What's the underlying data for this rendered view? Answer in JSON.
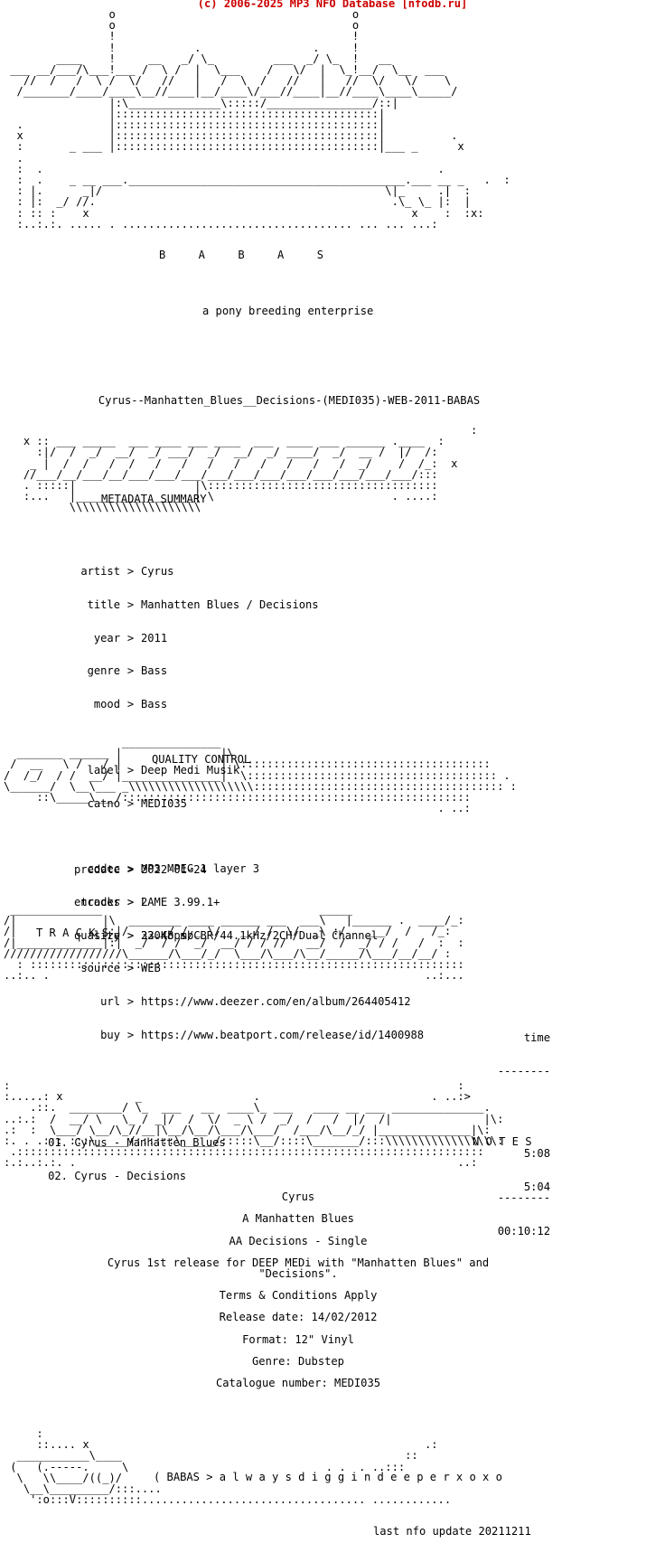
{
  "credit": "(c) 2006-2025 MP3 NFO Database [nfodb.ru]",
  "logo": {
    "letters": "B     A     B     A     S",
    "tagline": "a pony breeding enterprise"
  },
  "release_name": "Cyrus--Manhatten_Blues__Decisions-(MEDI035)-WEB-2011-BABAS",
  "sections": {
    "metadata": "METADATA SUMMARY",
    "quality": "QUALITY CONTROL",
    "tracks": "T R A C K S",
    "notes": "N O T E S"
  },
  "metadata": [
    {
      "key": "artist",
      "value": "Cyrus"
    },
    {
      "key": "title",
      "value": "Manhatten Blues / Decisions"
    },
    {
      "key": "year",
      "value": "2011"
    },
    {
      "key": "genre",
      "value": "Bass"
    },
    {
      "key": "mood",
      "value": "Bass"
    },
    {
      "key": "label",
      "value": "Deep Medi Musik"
    },
    {
      "key": "catno",
      "value": "MEDI035"
    },
    {
      "key": "predate",
      "value": "2022-01-24"
    },
    {
      "key": "tracks",
      "value": "2"
    },
    {
      "key": "size",
      "value": "23.48 mb"
    },
    {
      "key": "url",
      "value": "https://www.deezer.com/en/album/264405412"
    },
    {
      "key": "buy",
      "value": "https://www.beatport.com/release/id/1400988"
    }
  ],
  "quality": [
    {
      "key": "codec",
      "value": "MP3 MPEG 1 layer 3"
    },
    {
      "key": "encoder",
      "value": "LAME 3.99.1+"
    },
    {
      "key": "quality",
      "value": "320Kbps/CBR/44.1kHz/2CH/Dual Channel"
    },
    {
      "key": "source",
      "value": "WEB"
    }
  ],
  "tracks_header": "time",
  "tracks_rule": "--------",
  "tracks": [
    {
      "num": "01.",
      "name": "Cyrus - Manhatten Blues",
      "time": "5:08"
    },
    {
      "num": "02.",
      "name": "Cyrus - Decisions",
      "time": "5:04"
    }
  ],
  "tracks_total": "00:10:12",
  "notes": [
    "Cyrus",
    "A Manhatten Blues",
    "AA Decisions - Single",
    "Cyrus 1st release for DEEP MEDi with \"Manhatten Blues\" and\n\"Decisions\".",
    "Terms & Conditions Apply",
    "Release date: 14/02/2012",
    "Format: 12\" Vinyl",
    "Genre: Dubstep",
    "Catalogue number: MEDI035"
  ],
  "footer": {
    "slogan": "( BABAS > a l w a y s d i g g i n d e e p e r x o x o",
    "last_update": "last nfo update 20211211"
  }
}
